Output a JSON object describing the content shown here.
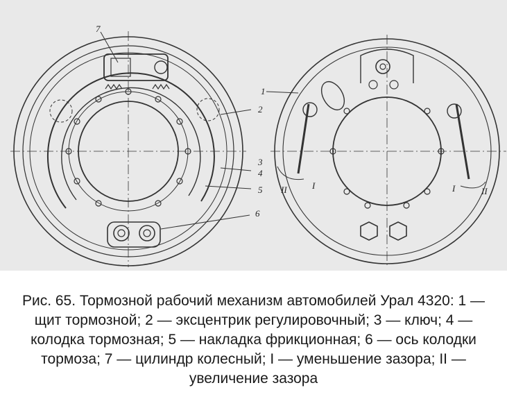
{
  "figure": {
    "callouts": {
      "c1": "1",
      "c2": "2",
      "c3": "3",
      "c4": "4",
      "c5": "5",
      "c6": "6",
      "c7": "7",
      "left_I": "I",
      "left_II": "II",
      "right_I": "I",
      "right_II": "II"
    }
  },
  "caption": {
    "text": "Рис. 65. Тормозной рабочий механизм автомобилей Урал 4320: 1 — щит тормозной; 2 — эксцентрик регулировочный; 3 — ключ; 4 — колодка тормозная; 5 — накладка фрикционная; 6 — ось колодки тормоза; 7 — цилиндр колесный; I — уменьшение зазора; II — увеличение зазора"
  },
  "colors": {
    "background": "#e9e9e9",
    "line": "#333333"
  }
}
